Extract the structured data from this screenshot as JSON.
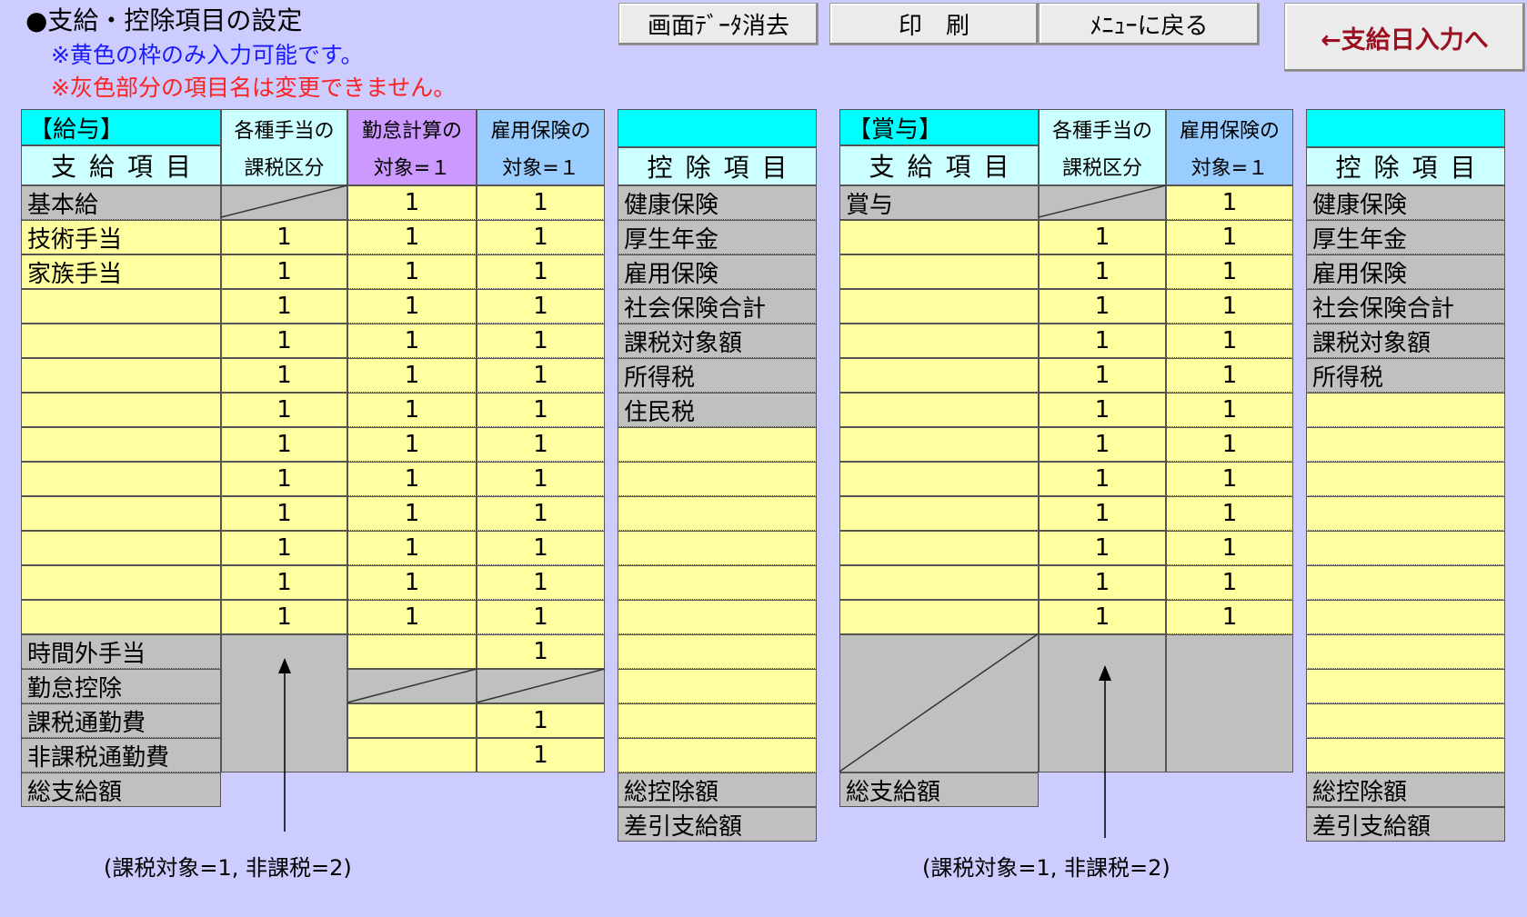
{
  "header": {
    "title": "●支給・控除項目の設定",
    "note1": "※黄色の枠のみ入力可能です。",
    "note2": "※灰色部分の項目名は変更できません。"
  },
  "buttons": {
    "clear": "画面ﾃﾞｰﾀ消去",
    "print": "印　刷",
    "menu": "ﾒﾆｭｰに戻る",
    "to_payday": "←支給日入力へ"
  },
  "salary": {
    "section": "【給与】",
    "col_item": "支給項目",
    "col_tax_1": "各種手当の",
    "col_tax_2": "課税区分",
    "col_att_1": "勤怠計算の",
    "col_att_2": "対象=１",
    "col_emp_1": "雇用保険の",
    "col_emp_2": "対象=１",
    "rows": [
      {
        "name": "基本給",
        "tax": "",
        "att": "1",
        "emp": "1"
      },
      {
        "name": "技術手当",
        "tax": "1",
        "att": "1",
        "emp": "1"
      },
      {
        "name": "家族手当",
        "tax": "1",
        "att": "1",
        "emp": "1"
      },
      {
        "name": "",
        "tax": "1",
        "att": "1",
        "emp": "1"
      },
      {
        "name": "",
        "tax": "1",
        "att": "1",
        "emp": "1"
      },
      {
        "name": "",
        "tax": "1",
        "att": "1",
        "emp": "1"
      },
      {
        "name": "",
        "tax": "1",
        "att": "1",
        "emp": "1"
      },
      {
        "name": "",
        "tax": "1",
        "att": "1",
        "emp": "1"
      },
      {
        "name": "",
        "tax": "1",
        "att": "1",
        "emp": "1"
      },
      {
        "name": "",
        "tax": "1",
        "att": "1",
        "emp": "1"
      },
      {
        "name": "",
        "tax": "1",
        "att": "1",
        "emp": "1"
      },
      {
        "name": "",
        "tax": "1",
        "att": "1",
        "emp": "1"
      },
      {
        "name": "",
        "tax": "1",
        "att": "1",
        "emp": "1"
      }
    ],
    "fixed_rows": [
      {
        "name": "時間外手当",
        "att": "",
        "emp": "1"
      },
      {
        "name": "勤怠控除",
        "att": "",
        "emp": ""
      },
      {
        "name": "課税通勤費",
        "att": "",
        "emp": "1"
      },
      {
        "name": "非課税通勤費",
        "att": "",
        "emp": "1"
      }
    ],
    "total": "総支給額",
    "note": "(課税対象=1, 非課税=2)"
  },
  "salary_deduction": {
    "col": "控除項目",
    "items": [
      "健康保険",
      "厚生年金",
      "雇用保険",
      "社会保険合計",
      "課税対象額",
      "所得税",
      "住民税"
    ],
    "input_rows": 10,
    "total": "総控除額",
    "net": "差引支給額"
  },
  "bonus": {
    "section": "【賞与】",
    "col_item": "支給項目",
    "col_tax_1": "各種手当の",
    "col_tax_2": "課税区分",
    "col_emp_1": "雇用保険の",
    "col_emp_2": "対象=１",
    "rows": [
      {
        "name": "賞与",
        "tax": "",
        "emp": "1"
      },
      {
        "name": "",
        "tax": "1",
        "emp": "1"
      },
      {
        "name": "",
        "tax": "1",
        "emp": "1"
      },
      {
        "name": "",
        "tax": "1",
        "emp": "1"
      },
      {
        "name": "",
        "tax": "1",
        "emp": "1"
      },
      {
        "name": "",
        "tax": "1",
        "emp": "1"
      },
      {
        "name": "",
        "tax": "1",
        "emp": "1"
      },
      {
        "name": "",
        "tax": "1",
        "emp": "1"
      },
      {
        "name": "",
        "tax": "1",
        "emp": "1"
      },
      {
        "name": "",
        "tax": "1",
        "emp": "1"
      },
      {
        "name": "",
        "tax": "1",
        "emp": "1"
      },
      {
        "name": "",
        "tax": "1",
        "emp": "1"
      },
      {
        "name": "",
        "tax": "1",
        "emp": "1"
      }
    ],
    "total": "総支給額",
    "note": "(課税対象=1, 非課税=2)"
  },
  "bonus_deduction": {
    "col": "控除項目",
    "items": [
      "健康保険",
      "厚生年金",
      "雇用保険",
      "社会保険合計",
      "課税対象額",
      "所得税"
    ],
    "input_rows": 11,
    "total": "総控除額",
    "net": "差引支給額"
  }
}
